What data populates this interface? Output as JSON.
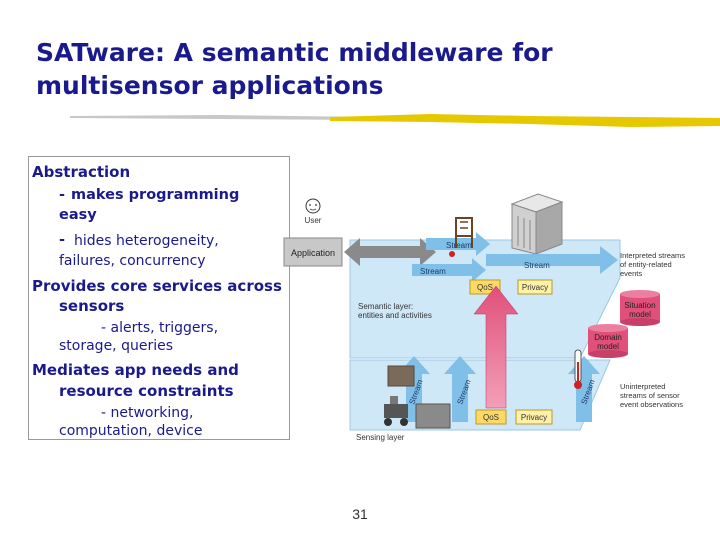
{
  "slide": {
    "title_line1": "SATware: A semantic middleware for",
    "title_line2": "multisensor applications",
    "page_number": "31"
  },
  "textbox": {
    "abstraction": {
      "heading": "Abstraction",
      "bullet1_dash": "-",
      "bullet1_a": "makes programming",
      "bullet1_b": "easy",
      "bullet2_dash": "-",
      "bullet2_a": "hides heterogeneity,",
      "bullet2_b": "failures, concurrency"
    },
    "core": {
      "heading_a": "Provides core services across",
      "heading_b": "sensors",
      "detail_a": "- alerts, triggers,",
      "detail_b": "storage, queries"
    },
    "mediates": {
      "heading_a": "Mediates app needs and",
      "heading_b": "resource constraints",
      "detail_a": "- networking,",
      "detail_b": "computation, device"
    }
  },
  "diagram": {
    "user": "User",
    "application": "Application",
    "stream_left_top": "Stream",
    "stream_left_bottom": "Stream",
    "stream_right": "Stream",
    "stream_up1": "Stream",
    "stream_up2": "Stream",
    "stream_up3": "Stream",
    "qos_top": "QoS",
    "privacy_top": "Privacy",
    "qos_bottom": "QoS",
    "privacy_bottom": "Privacy",
    "semantic_layer_1": "Semantic layer:",
    "semantic_layer_2": "entities and activities",
    "sensing_layer": "Sensing layer",
    "situation_model_1": "Situation",
    "situation_model_2": "model",
    "domain_model_1": "Domain",
    "domain_model_2": "model",
    "interpreted_1": "Interpreted streams",
    "interpreted_2": "of entity-related",
    "interpreted_3": "events",
    "uninterpreted_1": "Uninterpreted",
    "uninterpreted_2": "streams of sensor",
    "uninterpreted_3": "event observations"
  },
  "colors": {
    "title": "#1a1a8c",
    "underline": "#e6c800",
    "plane": "#cfe8f7",
    "arrow": "#7fbfe8",
    "up_arrow": "#e0507a",
    "model": "#e0507a",
    "qos": "#ffd966",
    "privacy": "#fff1a8"
  }
}
